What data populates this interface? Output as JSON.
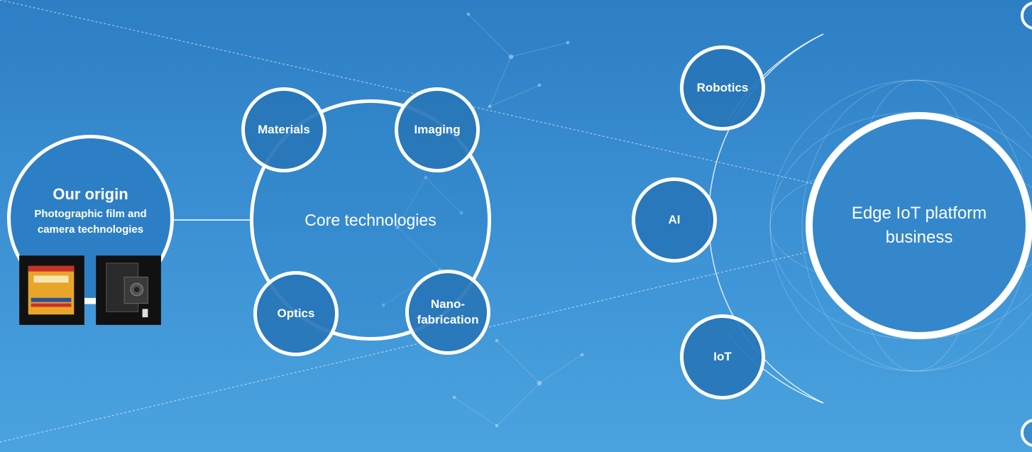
{
  "origin": {
    "title": "Our origin",
    "subtitle_line1": "Photographic film and",
    "subtitle_line2": "camera technologies"
  },
  "core": {
    "label": "Core technologies",
    "nodes": {
      "materials": "Materials",
      "imaging": "Imaging",
      "optics": "Optics",
      "nano_line1": "Nano-",
      "nano_line2": "fabrication"
    }
  },
  "edge": {
    "label_line1": "Edge IoT platform",
    "label_line2": "business",
    "nodes": {
      "robotics": "Robotics",
      "ai": "AI",
      "iot": "IoT"
    }
  },
  "colors": {
    "background_top": "#2d7ec4",
    "background_bottom": "#4aa3df",
    "circle_border": "#ffffff",
    "node_fill": "#2776b8",
    "film_box_fill": "#e8a52a"
  },
  "icons": [
    "film-box-image",
    "folding-camera-image",
    "network-mesh-decoration",
    "globe-mesh-decoration"
  ]
}
